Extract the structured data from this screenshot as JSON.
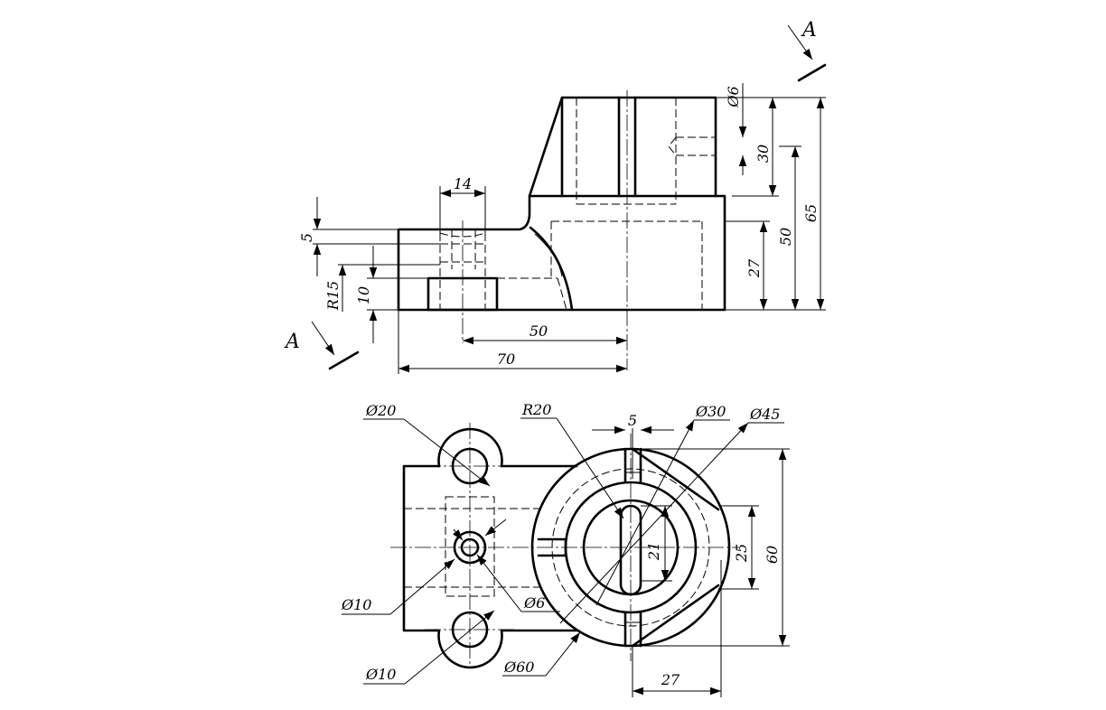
{
  "section": {
    "label": "A"
  },
  "front_view": {
    "dims": {
      "width_14": "14",
      "height_5": "5",
      "radius_15": "R15",
      "height_10": "10",
      "length_50": "50",
      "length_70": "70",
      "diameter_6": "Ø6",
      "depth_30": "30",
      "height_27": "27",
      "height_50": "50",
      "height_65": "65"
    }
  },
  "top_view": {
    "dims": {
      "diameter_20": "Ø20",
      "radius_20": "R20",
      "slot_5": "5",
      "diameter_30": "Ø30",
      "diameter_45": "Ø45",
      "diameter_10_center": "Ø10",
      "diameter_6": "Ø6",
      "diameter_10_lower": "Ø10",
      "diameter_60": "Ø60",
      "width_21": "21",
      "width_25": "25",
      "width_60": "60",
      "length_27": "27"
    }
  }
}
